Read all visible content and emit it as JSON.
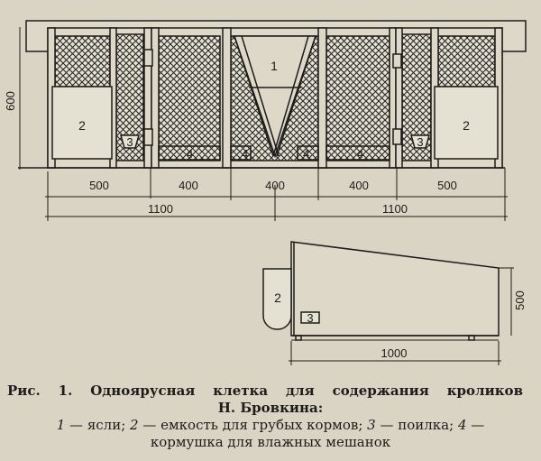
{
  "figure": {
    "front_view": {
      "labels": {
        "hay_rack": "1",
        "coarse_feed_box": "2",
        "drinker": "3",
        "wet_feeder": "4"
      },
      "dimensions": {
        "height": "600",
        "w1": "500",
        "w2": "400",
        "w3": "400",
        "w4": "400",
        "w5": "500",
        "half_left": "1100",
        "half_right": "1100"
      }
    },
    "side_view": {
      "labels": {
        "coarse_feed_box": "2",
        "drinker": "3"
      },
      "dimensions": {
        "height": "500",
        "depth": "1000"
      }
    }
  },
  "caption": {
    "title_line1": "Рис. 1. Одноярусная клетка для содержания кроликов",
    "title_line2": "Н. Бровкина:",
    "legend": [
      {
        "num": "1",
        "text": " — ясли; "
      },
      {
        "num": "2",
        "text": " — емкость для грубых кормов; "
      },
      {
        "num": "3",
        "text": " — поилка; "
      },
      {
        "num": "4",
        "text": " —"
      }
    ],
    "legend_line2": "кормушка для влажных мешанок"
  }
}
